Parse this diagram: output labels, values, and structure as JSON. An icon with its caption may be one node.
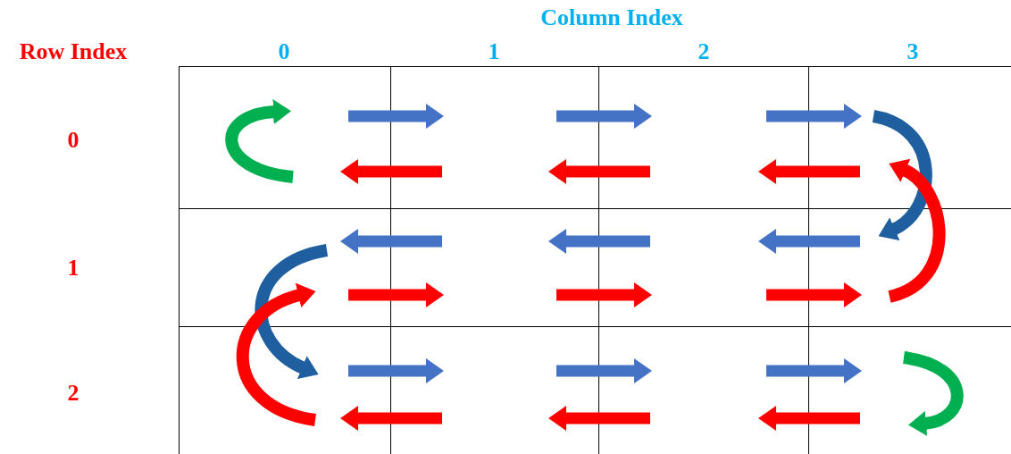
{
  "diagram": {
    "nodes": [
      {
        "text": [],
        "shape": "box"
      },
      {
        "text": [],
        "shape": "box"
      },
      {
        "text": [],
        "shape": "box"
      },
      {
        "text": [],
        "shape": "box"
      },
      {
        "text": [],
        "shape": "box"
      },
      {
        "text": [],
        "shape": "box"
      },
      {
        "text": [],
        "shape": "box"
      },
      {
        "text": [],
        "shape": "box"
      },
      {
        "text": [],
        "shape": "box"
      },
      {
        "text": [],
        "shape": "box"
      },
      {
        "text": [],
        "shape": "box"
      },
      {
        "text": [],
        "shape": "box"
      }
    ],
    "edges": [
      {
        "from": null,
        "to": 0,
        "arrow": "to",
        "color": "#00b050"
      },
      {
        "from": 0,
        "to": 1,
        "arrow": "to",
        "color": "#4472c4"
      },
      {
        "from": 1,
        "to": 0,
        "arrow": "to",
        "color": "#ff0000"
      },
      {
        "from": 1,
        "to": 2,
        "arrow": "to",
        "color": "#4472c4"
      },
      {
        "from": 2,
        "to": 1,
        "arrow": "to",
        "color": "#ff0000"
      },
      {
        "from": 2,
        "to": 3,
        "arrow": "to",
        "color": "#4472c4"
      },
      {
        "from": 3,
        "to": 2,
        "arrow": "to",
        "color": "#ff0000"
      },
      {
        "from": 3,
        "to": 7,
        "arrow": "to",
        "color": "#1f5f9f"
      },
      {
        "from": 7,
        "to": 3,
        "arrow": "to",
        "color": "#ff0000"
      },
      {
        "from": 7,
        "to": 6,
        "arrow": "to",
        "color": "#4472c4"
      },
      {
        "from": 6,
        "to": 7,
        "arrow": "to",
        "color": "#ff0000"
      },
      {
        "from": 6,
        "to": 5,
        "arrow": "to",
        "color": "#4472c4"
      },
      {
        "from": 5,
        "to": 6,
        "arrow": "to",
        "color": "#ff0000"
      },
      {
        "from": 5,
        "to": 4,
        "arrow": "to",
        "color": "#4472c4"
      },
      {
        "from": 4,
        "to": 5,
        "arrow": "to",
        "color": "#ff0000"
      },
      {
        "from": 4,
        "to": 8,
        "arrow": "to",
        "color": "#1f5f9f"
      },
      {
        "from": 8,
        "to": 4,
        "arrow": "to",
        "color": "#ff0000"
      },
      {
        "from": 8,
        "to": 9,
        "arrow": "to",
        "color": "#4472c4"
      },
      {
        "from": 9,
        "to": 8,
        "arrow": "to",
        "color": "#ff0000"
      },
      {
        "from": 9,
        "to": 10,
        "arrow": "to",
        "color": "#4472c4"
      },
      {
        "from": 10,
        "to": 9,
        "arrow": "to",
        "color": "#ff0000"
      },
      {
        "from": 10,
        "to": 11,
        "arrow": "to",
        "color": "#4472c4"
      },
      {
        "from": 11,
        "to": 10,
        "arrow": "to",
        "color": "#ff0000"
      },
      {
        "from": null,
        "to": 11,
        "arrow": "to",
        "color": "#00b050"
      }
    ],
    "labels": [
      "Column Index",
      "Row Index",
      "0",
      "1",
      "2",
      "3",
      "0",
      "1",
      "2"
    ]
  }
}
